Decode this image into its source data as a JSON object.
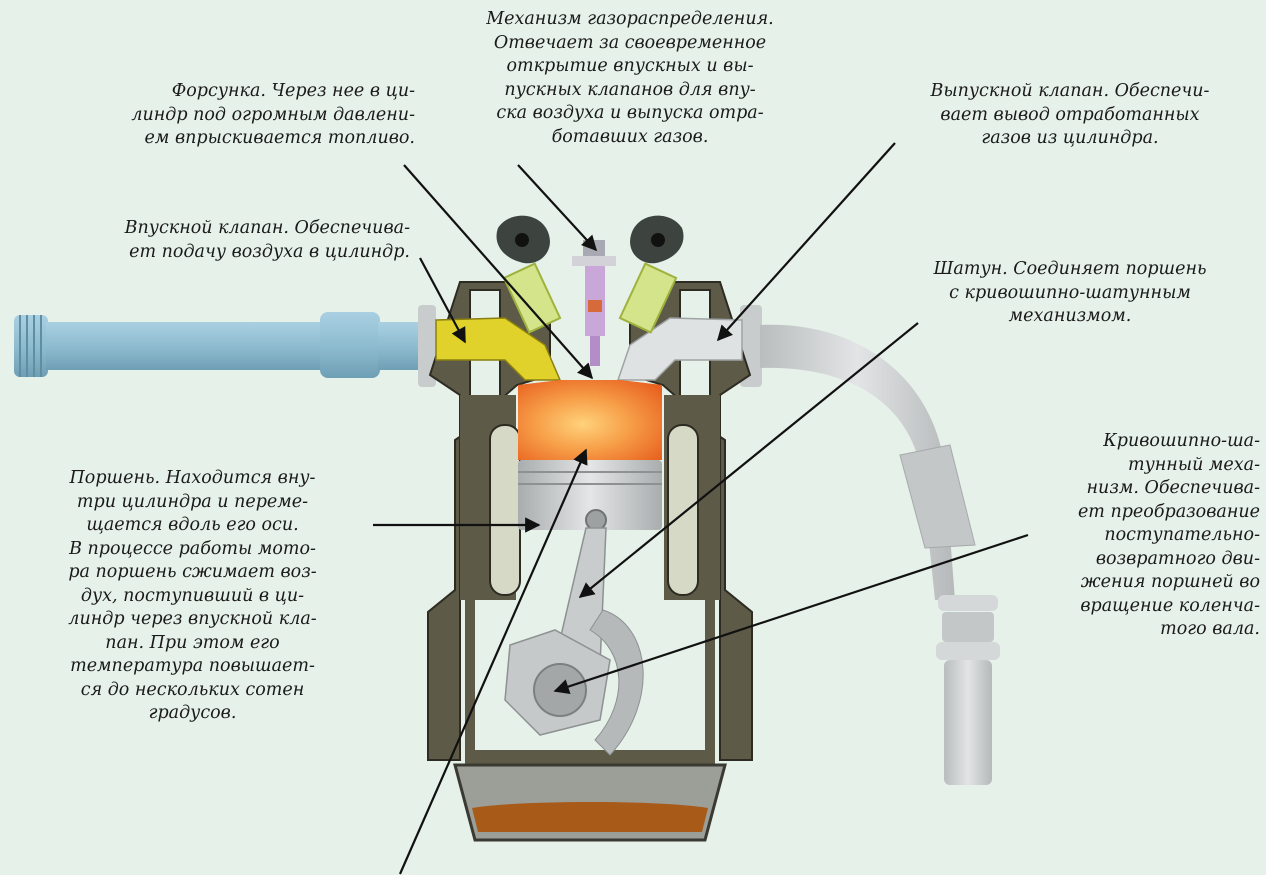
{
  "colors": {
    "background": "#e6f1e9",
    "housing": "#5d5a48",
    "housing_edge": "#2e2c22",
    "intake_pipe": "#8fbcd0",
    "intake_port": "#e0d22a",
    "exhaust": "#cfd3d4",
    "combustion": "#f07a2a",
    "piston": "#c6c9ca",
    "spring": "#cfe08a",
    "injector": "#c9a7d8",
    "oil": "#a85a18"
  },
  "labels": {
    "gas_distribution": "Механизм газораспределения.\nОтвечает за своевременное\nоткрытие впускных и вы-\nпускных клапанов для впу-\nска воздуха и выпуска отра-\nботавших газов.",
    "injector": "Форсунка. Через нее в ци-\nлиндр под огромным давлени-\nем впрыскивается топливо.",
    "exhaust_valve": "Выпускной клапан. Обеспечи-\nвает вывод отработанных\nгазов из цилиндра.",
    "intake_valve": "Впускной клапан. Обеспечива-\nет подачу воздуха в цилиндр.",
    "connecting_rod": "Шатун. Соединяет поршень\nс кривошипно-шатунным\nмеханизмом.",
    "piston": "Поршень. Находится вну-\nтри цилиндра и переме-\nщается вдоль его оси.\nВ процессе работы мото-\nра поршень сжимает воз-\nдух, поступивший в ци-\nлиндр через впускной кла-\nпан. При этом его\nтемпература повышает-\nся до нескольких сотен\nградусов.",
    "crank_mechanism": "Кривошипно-ша-\nтунный меха-\nнизм. Обеспечива-\nет преобразование\nпоступательно-\nвозвратного дви-\nжения поршней во\nвращение коленча-\nтого вала."
  }
}
